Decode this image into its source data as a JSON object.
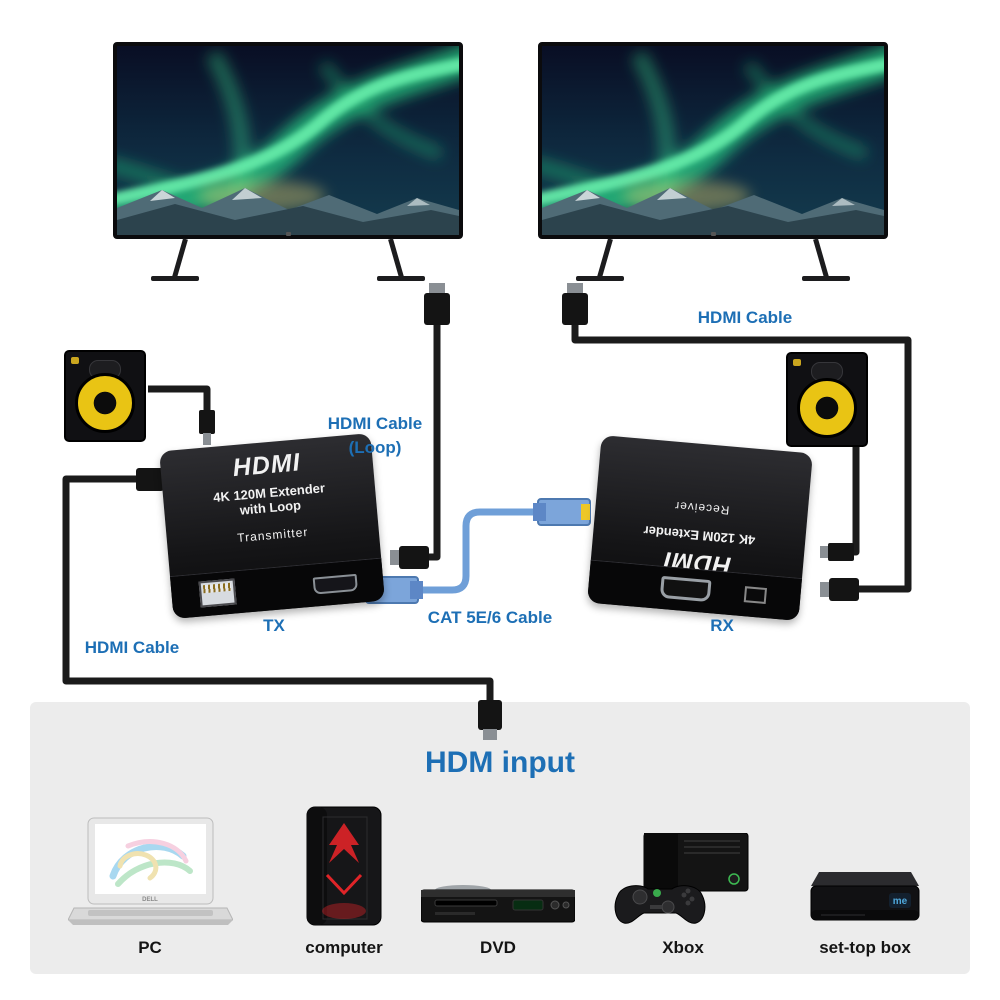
{
  "colors": {
    "label_blue": "#1d6fb5",
    "cat_cable_blue": "#6f9fd8",
    "cable_black": "#1b1b1b",
    "panel_bg": "#ececec"
  },
  "labels": {
    "hdmi_cable_right": "HDMI Cable",
    "hdmi_cable_loop_1": "HDMI Cable",
    "hdmi_cable_loop_2": "(Loop)",
    "hdmi_cable_left": "HDMI Cable",
    "cat_cable": "CAT 5E/6 Cable",
    "tx": "TX",
    "rx": "RX"
  },
  "transmitter": {
    "brand": "HDMI",
    "line1": "4K 120M Extender",
    "line2": "with Loop",
    "role": "Transmitter"
  },
  "receiver": {
    "brand": "HDMI",
    "line1": "4K 120M Extender",
    "role": "Receiver"
  },
  "input_section": {
    "title": "HDM input",
    "devices": [
      {
        "label": "PC"
      },
      {
        "label": "computer"
      },
      {
        "label": "DVD"
      },
      {
        "label": "Xbox"
      },
      {
        "label": "set-top box"
      }
    ]
  },
  "device_marks": {
    "laptop_brand": "DELL",
    "settop_logo": "me"
  }
}
